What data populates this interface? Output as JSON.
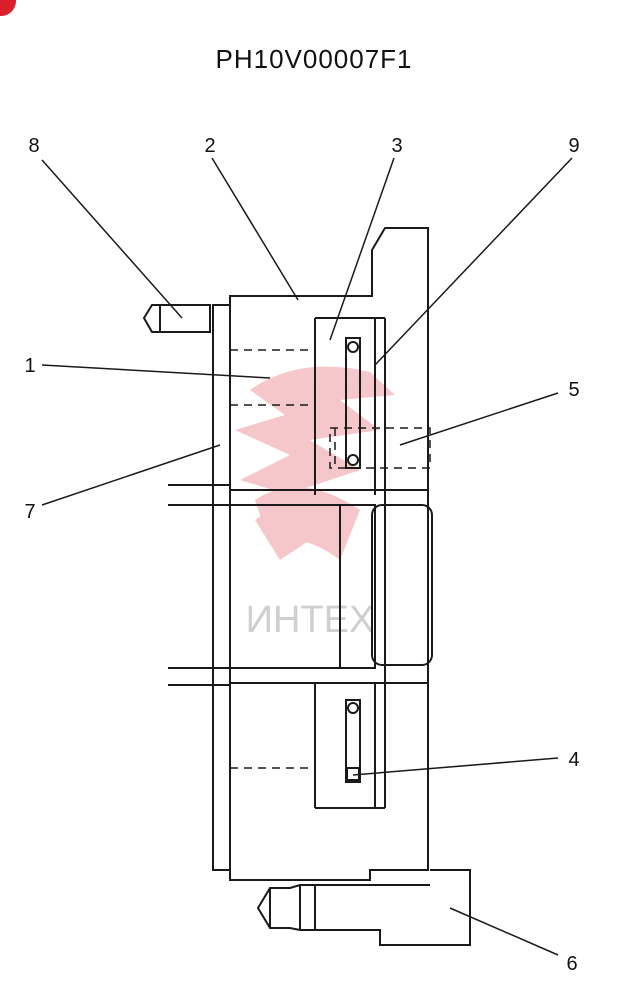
{
  "title": "PH10V00007F1",
  "callouts": [
    "8",
    "2",
    "3",
    "9",
    "1",
    "5",
    "7",
    "4",
    "6"
  ],
  "watermark": "ИНТЕХ",
  "colors": {
    "line": "#1a1a1a",
    "watermark": "#e8898c",
    "watermark_text": "#c9c9c9",
    "corner_mark": "#d81f2a"
  }
}
